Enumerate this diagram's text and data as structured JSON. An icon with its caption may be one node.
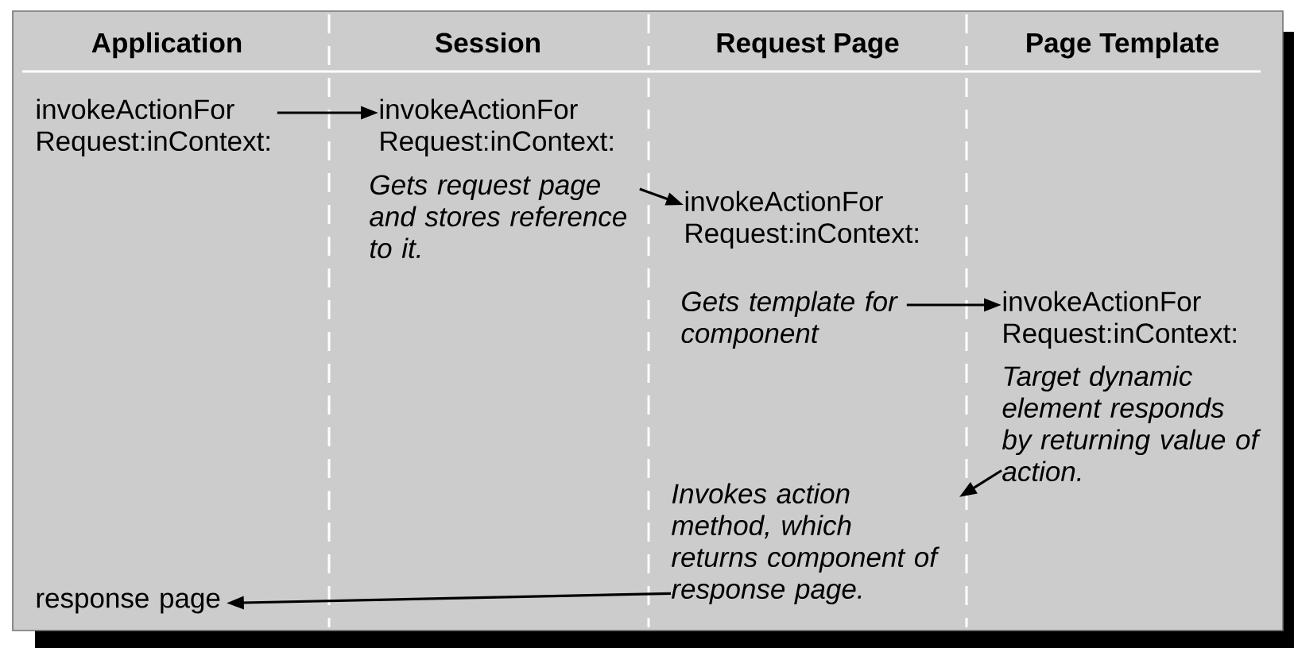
{
  "diagram": {
    "nodes": [
      {
        "text": [
          "invokeActionFor Request:inContext:"
        ]
      },
      {
        "text": [
          "invokeActionFor Request:inContext:"
        ]
      },
      {
        "text": [
          "Gets request page and stores reference to it."
        ]
      },
      {
        "text": [
          "invokeActionFor Request:inContext:"
        ]
      },
      {
        "text": [
          "Gets template for component"
        ]
      },
      {
        "text": [
          "invokeActionFor Request:inContext:"
        ]
      },
      {
        "text": [
          "Target dynamic element responds by returning value of action."
        ]
      },
      {
        "text": [
          "Invokes action method, which returns component of response page."
        ]
      },
      {
        "text": [
          "response page"
        ]
      }
    ],
    "edges": [
      {
        "from": 0,
        "to": 1,
        "arrow": "to"
      },
      {
        "from": 2,
        "to": 3,
        "arrow": "to"
      },
      {
        "from": 4,
        "to": 5,
        "arrow": "to"
      },
      {
        "from": 6,
        "to": 7,
        "arrow": "to"
      },
      {
        "from": 7,
        "to": 8,
        "arrow": "to"
      }
    ],
    "labels": [
      "Application",
      "Session",
      "Request Page",
      "Page Template"
    ]
  }
}
